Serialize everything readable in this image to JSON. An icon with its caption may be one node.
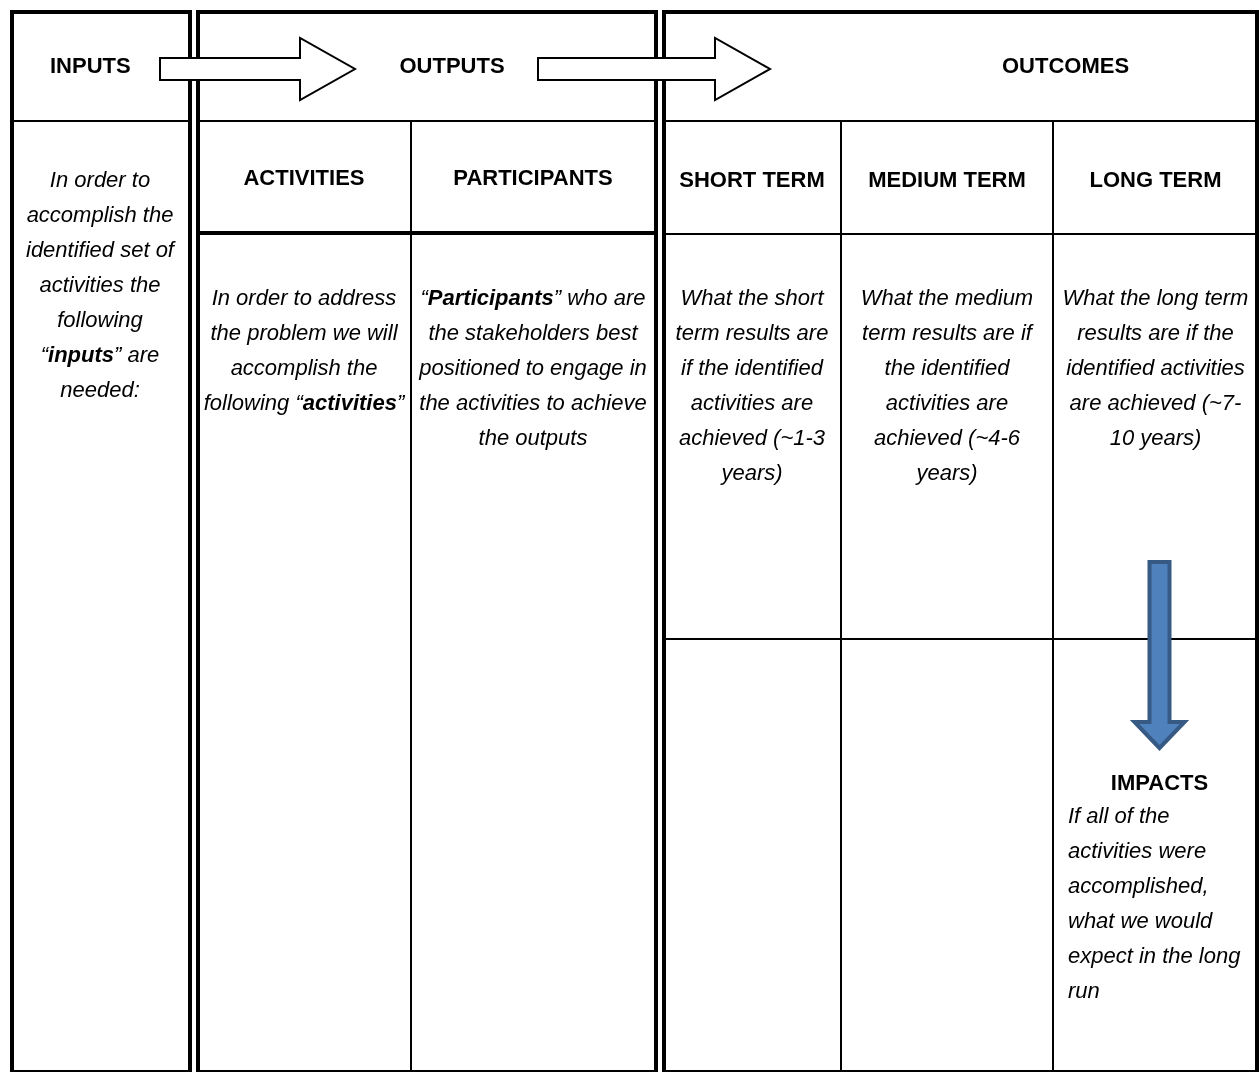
{
  "diagram": {
    "nodes": [
      {
        "text": [
          "INPUTS"
        ]
      },
      {
        "text": [
          "OUTPUTS"
        ]
      },
      {
        "text": [
          "OUTCOMES"
        ]
      },
      {
        "text": [
          "In order to accomplish the identified set of activities the following “**inputs**” are needed:"
        ]
      },
      {
        "text": [
          "ACTIVITIES"
        ]
      },
      {
        "text": [
          "PARTICIPANTS"
        ]
      },
      {
        "text": [
          "SHORT TERM"
        ]
      },
      {
        "text": [
          "MEDIUM TERM"
        ]
      },
      {
        "text": [
          "LONG TERM"
        ]
      },
      {
        "text": [
          "In order to address the problem we will accomplish the following “**activities**”"
        ]
      },
      {
        "text": [
          "“**Participants**” who are the stakeholders best positioned to engage in the activities to achieve the outputs"
        ]
      },
      {
        "text": [
          "What the short term results are if the identified activities are achieved (~1-3 years)"
        ]
      },
      {
        "text": [
          "What the medium term results are if the identified activities are achieved (~4-6 years)"
        ]
      },
      {
        "text": [
          "What the long term results are if the identified activities are achieved (~7-10 years)"
        ]
      },
      {
        "text": [],
        "shape": "box"
      },
      {
        "text": [],
        "shape": "box"
      },
      {
        "text": [
          "IMPACTS",
          "If all of the activities were accomplished, what we would expect in the long run"
        ]
      }
    ],
    "edges": [
      {
        "from": 0,
        "to": 1,
        "arrow": "to"
      },
      {
        "from": 1,
        "to": 2,
        "arrow": "to"
      },
      {
        "from": 13,
        "to": 16,
        "arrow": "to",
        "color": "#4f81bd"
      }
    ]
  }
}
